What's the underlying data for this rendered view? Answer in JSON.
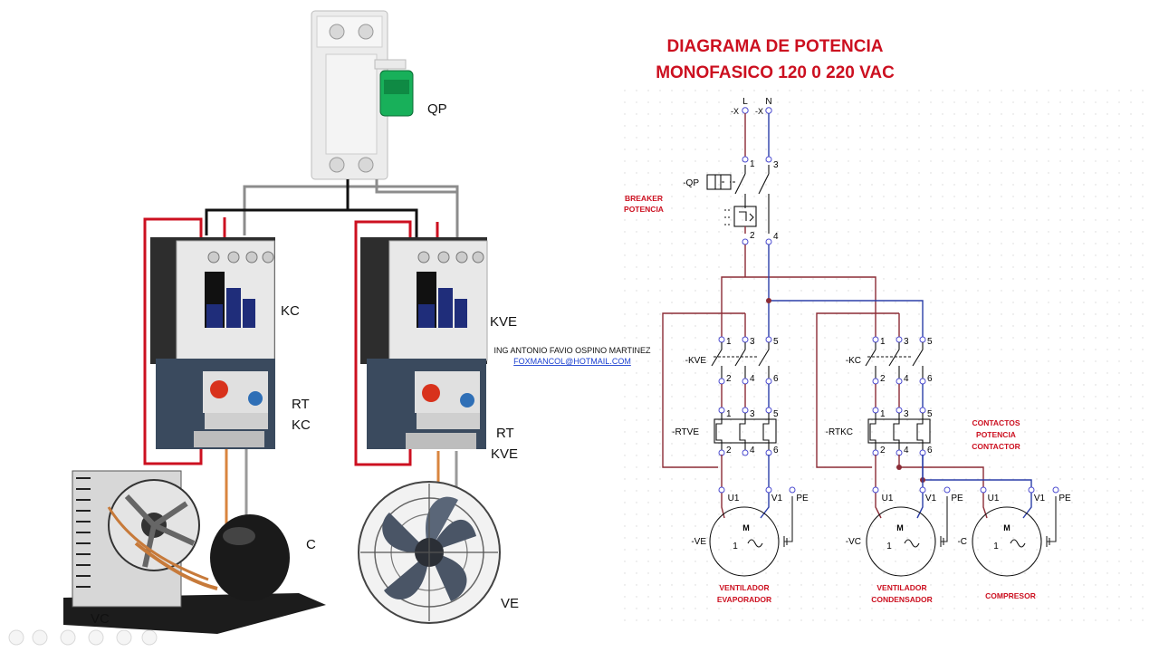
{
  "title": {
    "line1": "DIAGRAMA DE POTENCIA",
    "line2": "MONOFASICO 120 0 220 VAC"
  },
  "author": {
    "name": "ING ANTONIO FAVIO OSPINO MARTINEZ",
    "email": "FOXMANCOL@HOTMAIL.COM"
  },
  "photo_labels": {
    "qp": "QP",
    "kc": "KC",
    "rt_kc_1": "RT",
    "rt_kc_2": "KC",
    "kve": "KVE",
    "rt_kve_1": "RT",
    "rt_kve_2": "KVE",
    "c": "C",
    "vc": "VC",
    "ve": "VE"
  },
  "schematic": {
    "supply": {
      "x1": "-X",
      "x2": "-X",
      "l": "L",
      "n": "N"
    },
    "breaker": {
      "tag": "-QP",
      "note1": "BREAKER",
      "note2": "POTENCIA",
      "t1": "1",
      "t3": "3",
      "t2": "2",
      "t4": "4"
    },
    "kve": {
      "tag": "-KVE",
      "top": [
        "1",
        "3",
        "5"
      ],
      "bottom": [
        "2",
        "4",
        "6"
      ]
    },
    "rtve": {
      "tag": "-RTVE",
      "top": [
        "1",
        "3",
        "5"
      ],
      "bottom": [
        "2",
        "4",
        "6"
      ]
    },
    "kc": {
      "tag": "-KC",
      "top": [
        "1",
        "3",
        "5"
      ],
      "bottom": [
        "2",
        "4",
        "6"
      ]
    },
    "rtkc": {
      "tag": "-RTKC",
      "top": [
        "1",
        "3",
        "5"
      ],
      "bottom": [
        "2",
        "4",
        "6"
      ]
    },
    "contact_note": [
      "CONTACTOS",
      "POTENCIA",
      "CONTACTOR"
    ],
    "motors": [
      {
        "tag": "-VE",
        "u": "U1",
        "v": "V1",
        "pe": "PE",
        "m": "M",
        "ph": "1",
        "name1": "VENTILADOR",
        "name2": "EVAPORADOR"
      },
      {
        "tag": "-VC",
        "u": "U1",
        "v": "V1",
        "pe": "PE",
        "m": "M",
        "ph": "1",
        "name1": "VENTILADOR",
        "name2": "CONDENSADOR"
      },
      {
        "tag": "-C",
        "u": "U1",
        "v": "V1",
        "pe": "PE",
        "m": "M",
        "ph": "1",
        "name1": "COMPRESOR",
        "name2": ""
      }
    ]
  },
  "colors": {
    "title": "#cc1020",
    "wire_line": "#8b2b35",
    "wire_neutral": "#2b3ea8",
    "email": "#1a3fd0",
    "photo_box": "#cc1020"
  }
}
